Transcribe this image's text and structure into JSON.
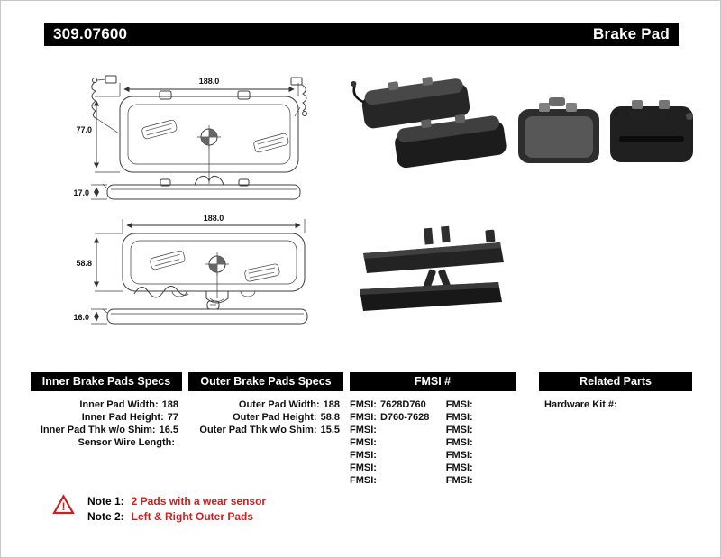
{
  "header": {
    "part_number": "309.07600",
    "product_name": "Brake Pad"
  },
  "drawing": {
    "inner": {
      "width": "188.0",
      "height": "77.0",
      "thickness": "17.0"
    },
    "outer": {
      "width": "188.0",
      "height": "58.8",
      "thickness": "16.0"
    }
  },
  "specs": {
    "inner": {
      "title": "Inner Brake Pads Specs",
      "rows": [
        {
          "label": "Inner Pad Width:",
          "value": "188"
        },
        {
          "label": "Inner Pad Height:",
          "value": "77"
        },
        {
          "label": "Inner Pad Thk w/o Shim:",
          "value": "16.5"
        },
        {
          "label": "Sensor Wire Length:",
          "value": ""
        }
      ]
    },
    "outer": {
      "title": "Outer Brake Pads Specs",
      "rows": [
        {
          "label": "Outer Pad Width:",
          "value": "188"
        },
        {
          "label": "Outer Pad Height:",
          "value": "58.8"
        },
        {
          "label": "Outer Pad Thk w/o Shim:",
          "value": "15.5"
        }
      ]
    },
    "fmsi": {
      "title": "FMSI #",
      "left": [
        {
          "label": "FMSI:",
          "value": "7628D760"
        },
        {
          "label": "FMSI:",
          "value": "D760-7628"
        },
        {
          "label": "FMSI:",
          "value": ""
        },
        {
          "label": "FMSI:",
          "value": ""
        },
        {
          "label": "FMSI:",
          "value": ""
        },
        {
          "label": "FMSI:",
          "value": ""
        },
        {
          "label": "FMSI:",
          "value": ""
        }
      ],
      "right": [
        {
          "label": "FMSI:",
          "value": ""
        },
        {
          "label": "FMSI:",
          "value": ""
        },
        {
          "label": "FMSI:",
          "value": ""
        },
        {
          "label": "FMSI:",
          "value": ""
        },
        {
          "label": "FMSI:",
          "value": ""
        },
        {
          "label": "FMSI:",
          "value": ""
        },
        {
          "label": "FMSI:",
          "value": ""
        }
      ]
    },
    "related": {
      "title": "Related Parts",
      "rows": [
        {
          "label": "Hardware Kit #:",
          "value": ""
        }
      ]
    }
  },
  "notes": [
    {
      "label": "Note 1:",
      "text": "2 Pads with a wear sensor"
    },
    {
      "label": "Note 2:",
      "text": "Left & Right Outer Pads"
    }
  ],
  "colors": {
    "accent_red": "#cc2020",
    "bar_black": "#000000"
  }
}
